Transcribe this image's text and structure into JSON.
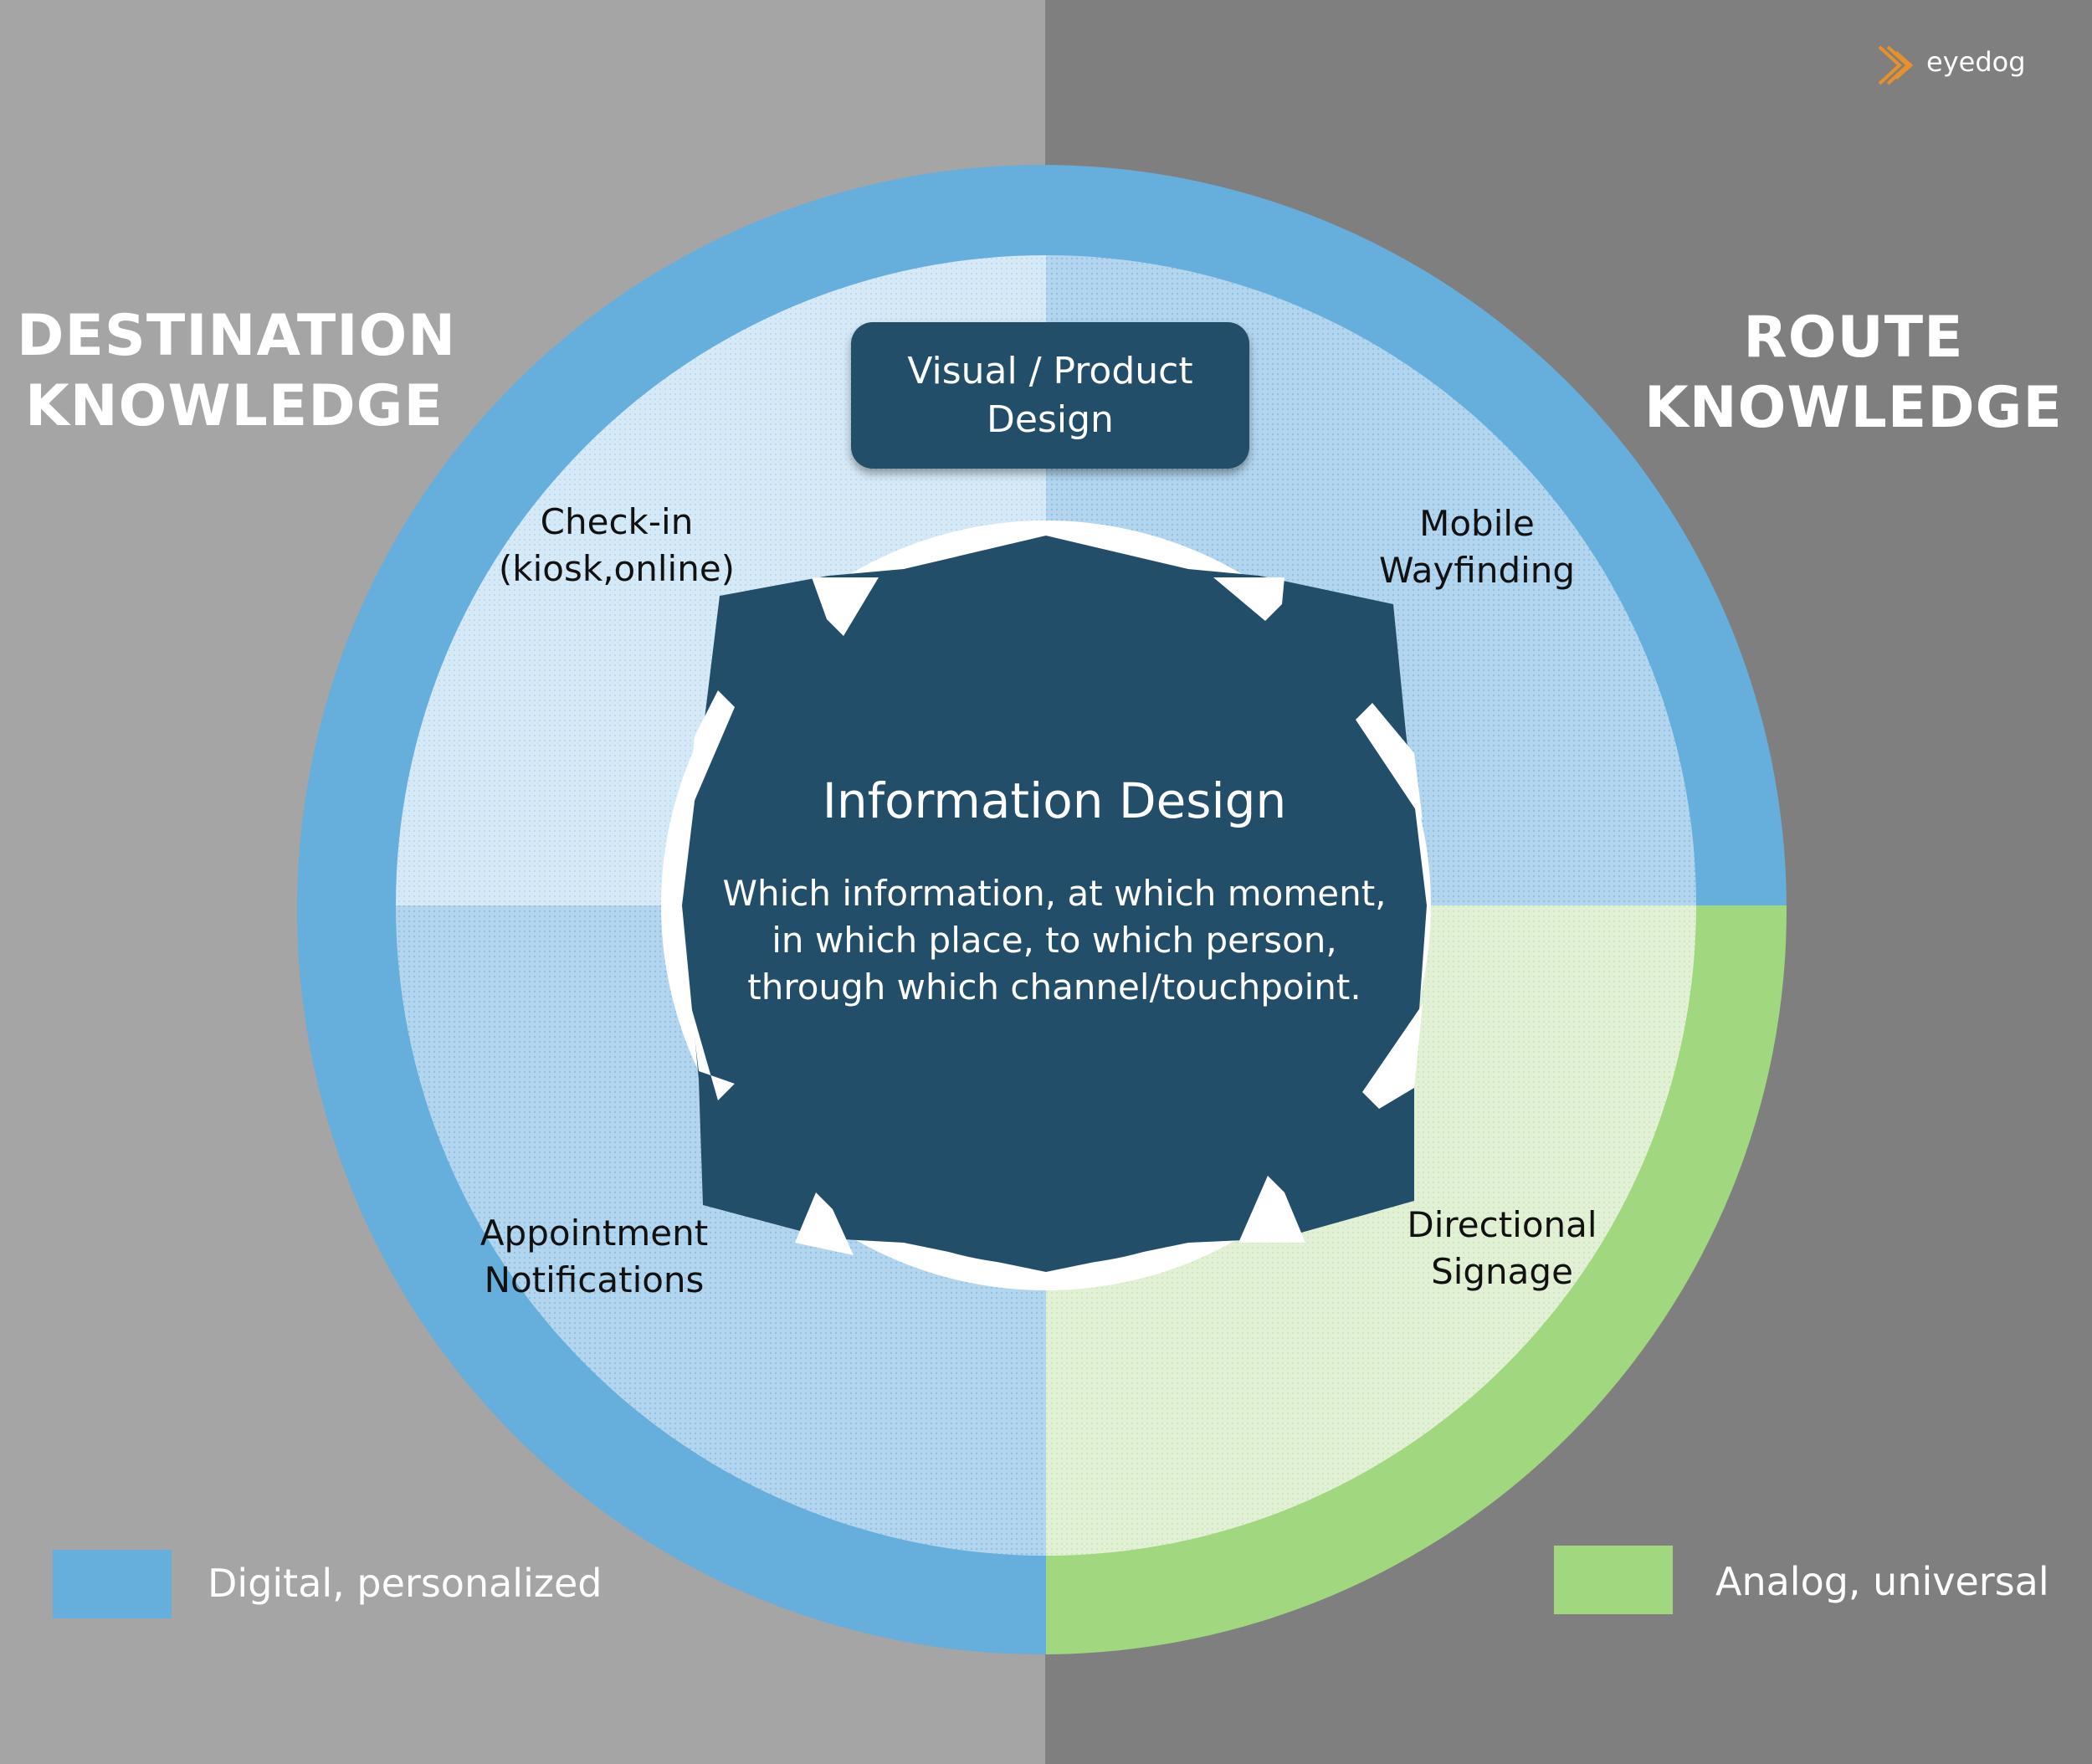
{
  "headings": {
    "left": [
      "DESTINATION",
      "KNOWLEDGE"
    ],
    "right": [
      "ROUTE",
      "KNOWLEDGE"
    ]
  },
  "center": {
    "box": [
      "Visual / Product",
      "Design"
    ],
    "title": "Information Design",
    "body": [
      "Which information, at which moment,",
      "in which place, to which person,",
      "through which channel/touchpoint."
    ]
  },
  "touchpoints": {
    "checkin": [
      "Check-in",
      "(kiosk,online)"
    ],
    "mobile": [
      "Mobile",
      "Wayfinding"
    ],
    "appointment": [
      "Appointment",
      "Notifications"
    ],
    "signage": [
      "Directional",
      "Signage"
    ]
  },
  "legend": {
    "digital": {
      "label": "Digital, personalized",
      "color": "#66aedb"
    },
    "analog": {
      "label": "Analog, universal",
      "color": "#a0d77f"
    }
  },
  "logo": {
    "text": "eyedog",
    "icon": "chevron-arrows-icon",
    "color": "#e8902a"
  },
  "colors": {
    "bg_left": "#a5a5a5",
    "bg_right": "#7f7f7f",
    "ring_blue": "#66aedb",
    "ring_green": "#a0d77f",
    "center_navy": "#234e69"
  }
}
